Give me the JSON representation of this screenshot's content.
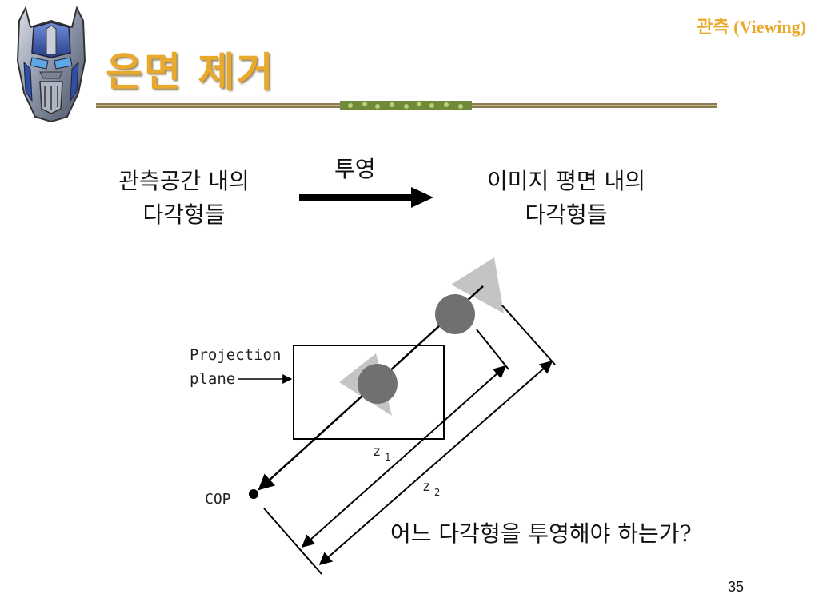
{
  "header": {
    "title": "은면 제거",
    "section": "관측 (Viewing)"
  },
  "flow": {
    "left_line1": "관측공간 내의",
    "left_line2": "다각형들",
    "arrow_label": "투영",
    "right_line1": "이미지 평면 내의",
    "right_line2": "다각형들"
  },
  "diagram": {
    "projection_label_line1": "Projection",
    "projection_label_line2": "plane",
    "cop_label": "COP",
    "z1_base": "z",
    "z1_sub": "1",
    "z2_base": "z",
    "z2_sub": "2"
  },
  "question": "어느 다각형을 투영해야 하는가?",
  "page_number": "35",
  "colors": {
    "title": "#e8a92c",
    "shape_dark": "#707070",
    "shape_light": "#c4c4c4"
  }
}
